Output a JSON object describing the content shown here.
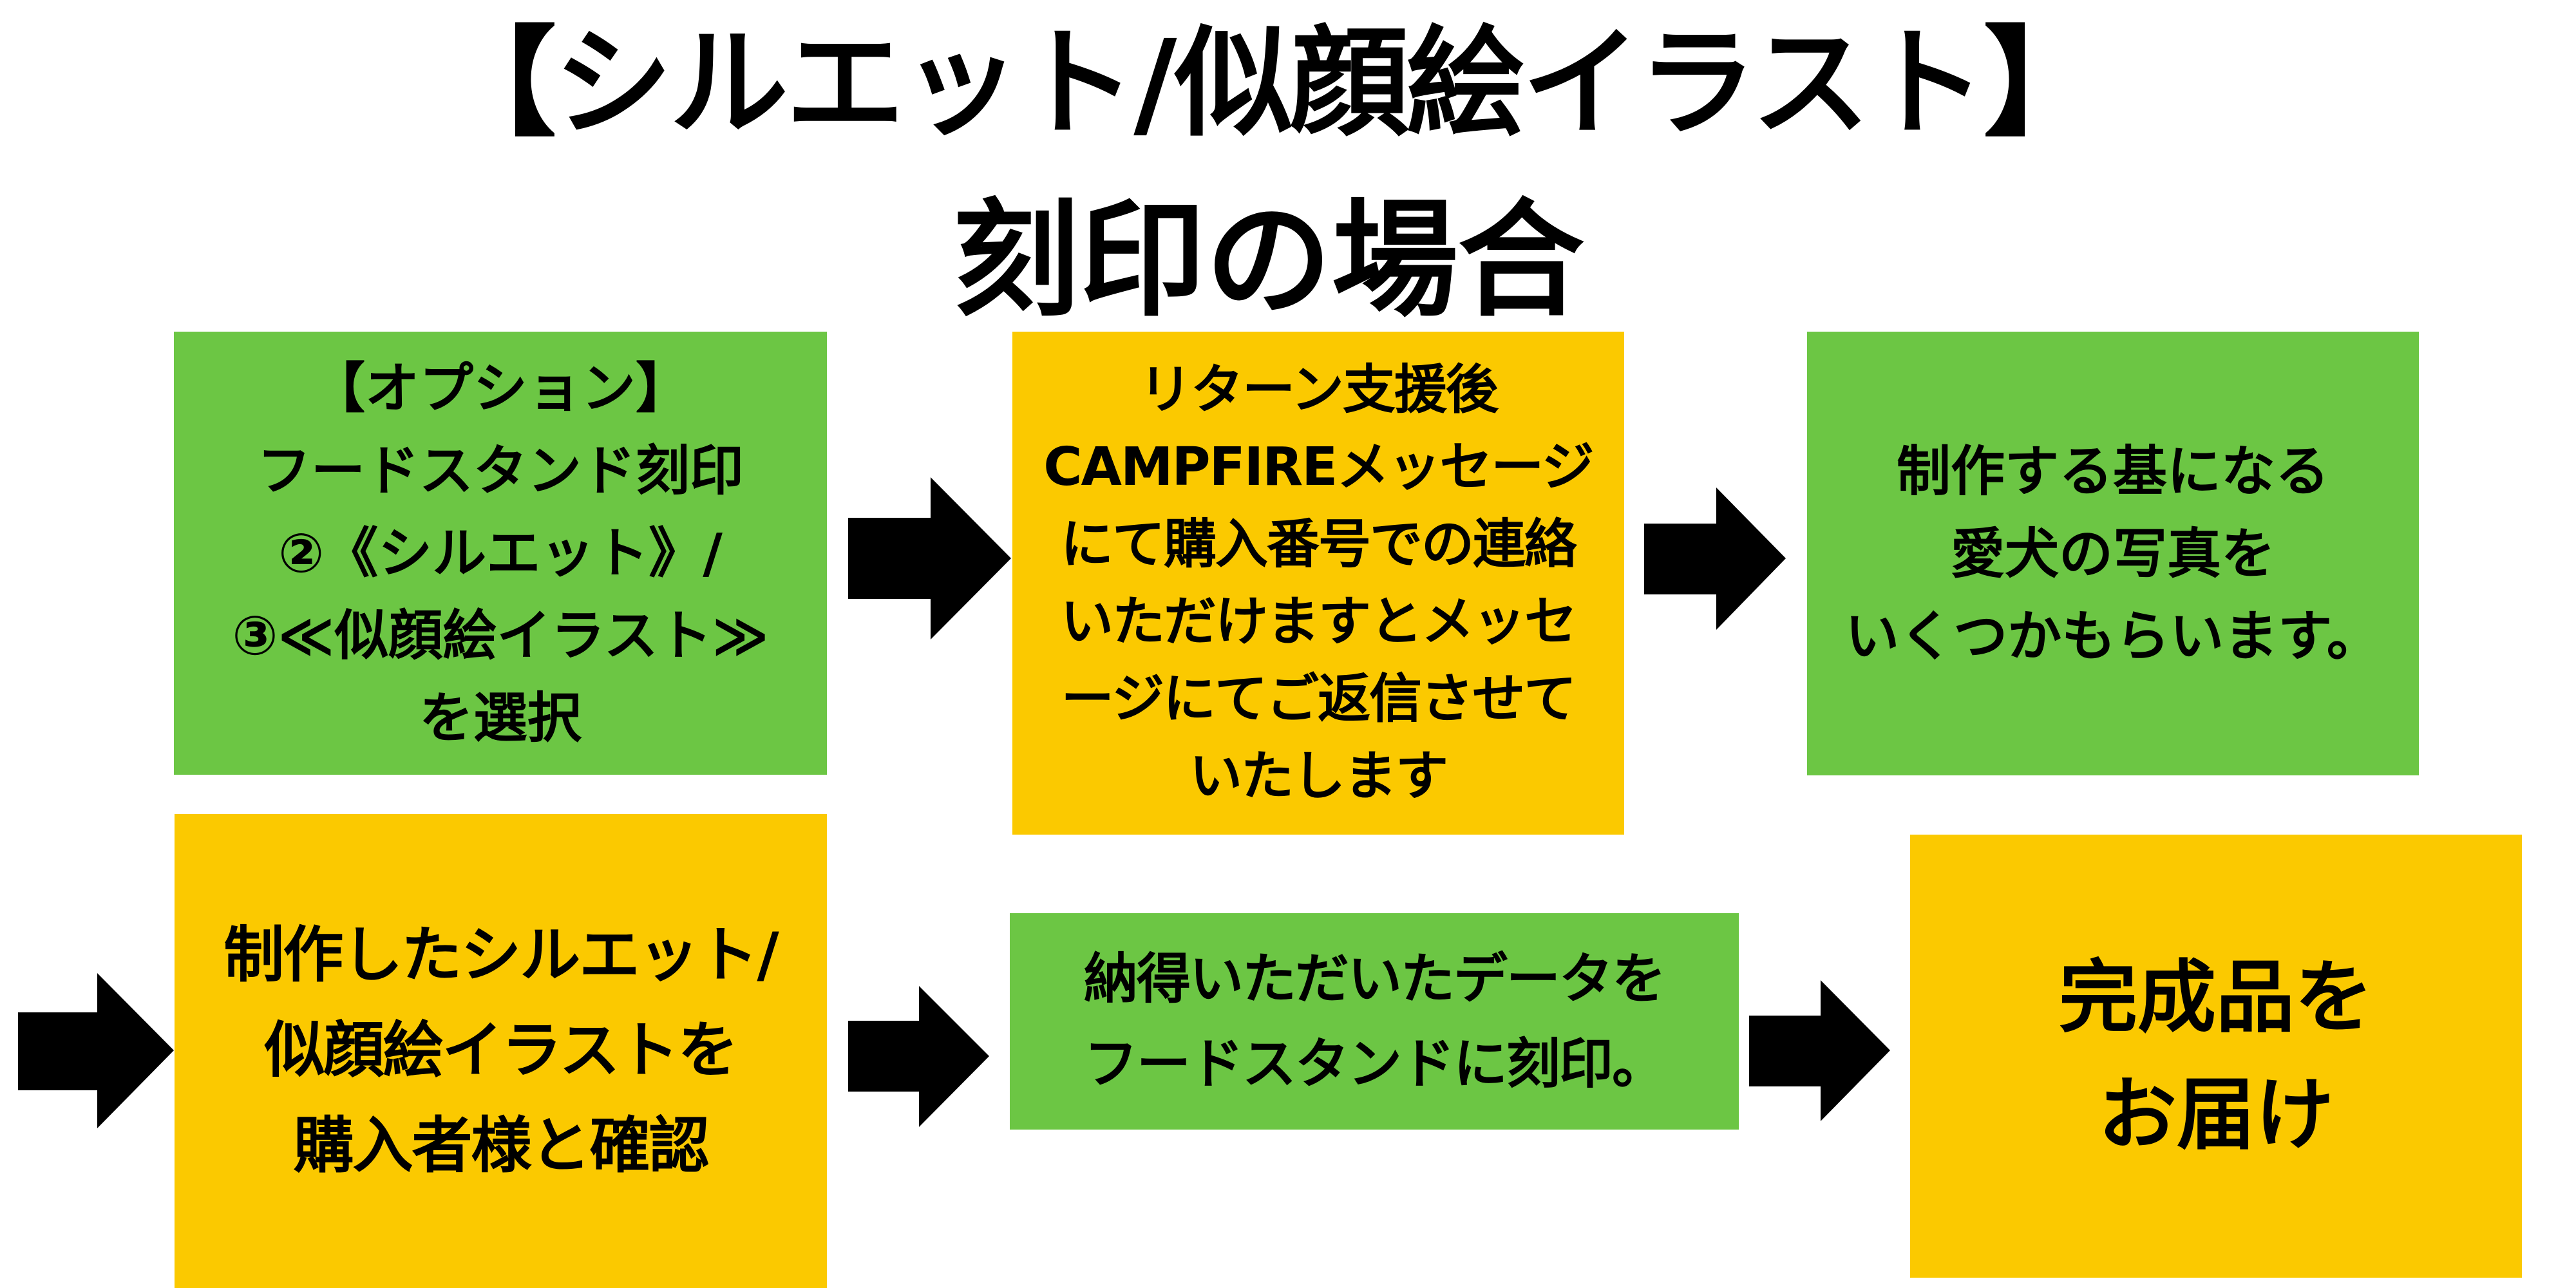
{
  "title": {
    "line1": "【シルエット/似顔絵イラスト】",
    "line2": "刻印の場合"
  },
  "colors": {
    "green": "#6cc644",
    "yellow": "#fbc900",
    "arrow": "#000000",
    "text": "#000000"
  },
  "steps": [
    {
      "id": 1,
      "color": "green",
      "text": "【オプション】\nフードスタンド刻印　\n②《シルエット》/\n③≪似顔絵イラスト≫\nを選択"
    },
    {
      "id": 2,
      "color": "yellow",
      "text": "リターン支援後\nCAMPFIREメッセージ\nにて購入番号での連絡\nいただけますとメッセ\nージにてご返信させて\nいたします"
    },
    {
      "id": 3,
      "color": "green",
      "text": "制作する基になる\n愛犬の写真を\nいくつかもらいます。"
    },
    {
      "id": 4,
      "color": "yellow",
      "text": "制作したシルエット/\n似顔絵イラストを\n購入者様と確認"
    },
    {
      "id": 5,
      "color": "green",
      "text": "納得いただいたデータを\nフードスタンドに刻印。"
    },
    {
      "id": 6,
      "color": "yellow",
      "text": "完成品を\nお届け"
    }
  ],
  "arrows": [
    {
      "from": 1,
      "to": 2,
      "icon": "right-arrow-icon"
    },
    {
      "from": 2,
      "to": 3,
      "icon": "right-arrow-icon"
    },
    {
      "from": 3,
      "to": 4,
      "icon": "right-arrow-icon"
    },
    {
      "from": 4,
      "to": 5,
      "icon": "right-arrow-icon"
    },
    {
      "from": 5,
      "to": 6,
      "icon": "right-arrow-icon"
    }
  ]
}
